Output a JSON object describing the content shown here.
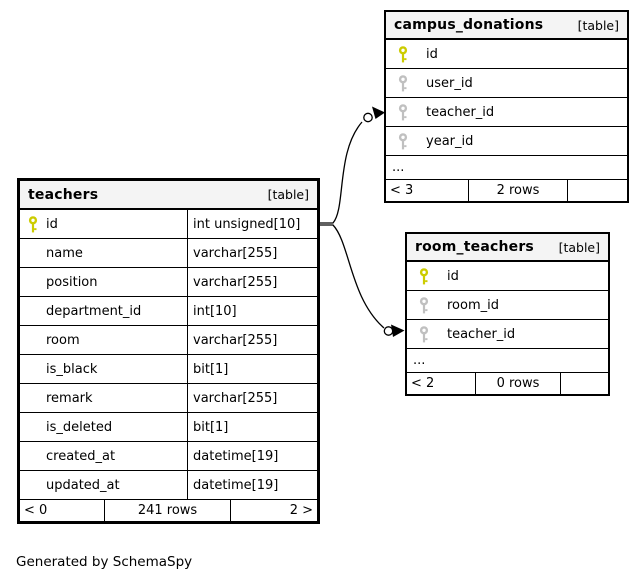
{
  "diagram": {
    "generated_by": "Generated by SchemaSpy",
    "colors": {
      "pk_key": "#cccc00",
      "fk_key": "#c0c0c0",
      "header_bg": "#f4f4f4",
      "border": "#000000"
    },
    "icons": {
      "primary_key": "key-icon-yellow",
      "foreign_key": "key-icon-gray"
    },
    "tables": [
      {
        "name": "teachers",
        "badge": "[table]",
        "columns": [
          {
            "name": "id",
            "type": "int unsigned[10]",
            "key": "pk"
          },
          {
            "name": "name",
            "type": "varchar[255]",
            "key": ""
          },
          {
            "name": "position",
            "type": "varchar[255]",
            "key": ""
          },
          {
            "name": "department_id",
            "type": "int[10]",
            "key": ""
          },
          {
            "name": "room",
            "type": "varchar[255]",
            "key": ""
          },
          {
            "name": "is_black",
            "type": "bit[1]",
            "key": ""
          },
          {
            "name": "remark",
            "type": "varchar[255]",
            "key": ""
          },
          {
            "name": "is_deleted",
            "type": "bit[1]",
            "key": ""
          },
          {
            "name": "created_at",
            "type": "datetime[19]",
            "key": ""
          },
          {
            "name": "updated_at",
            "type": "datetime[19]",
            "key": ""
          }
        ],
        "footer": {
          "left": "< 0",
          "center": "241 rows",
          "right": "2 >"
        }
      },
      {
        "name": "campus_donations",
        "badge": "[table]",
        "columns": [
          {
            "name": "id",
            "key": "pk"
          },
          {
            "name": "user_id",
            "key": "fk"
          },
          {
            "name": "teacher_id",
            "key": "fk"
          },
          {
            "name": "year_id",
            "key": "fk"
          }
        ],
        "ellipsis": "...",
        "footer": {
          "left": "< 3",
          "center": "2 rows",
          "right": ""
        }
      },
      {
        "name": "room_teachers",
        "badge": "[table]",
        "columns": [
          {
            "name": "id",
            "key": "pk"
          },
          {
            "name": "room_id",
            "key": "fk"
          },
          {
            "name": "teacher_id",
            "key": "fk"
          }
        ],
        "ellipsis": "...",
        "footer": {
          "left": "< 2",
          "center": "0 rows",
          "right": ""
        }
      }
    ],
    "relationships": [
      {
        "from": "teachers.id",
        "to": "campus_donations.teacher_id"
      },
      {
        "from": "teachers.id",
        "to": "room_teachers.teacher_id"
      }
    ]
  }
}
